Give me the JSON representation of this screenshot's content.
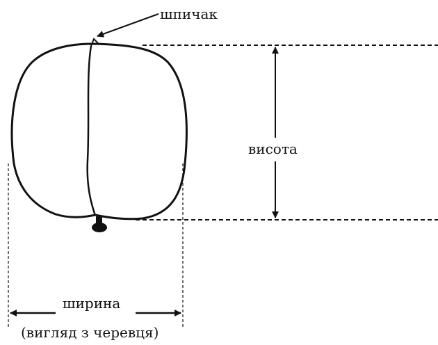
{
  "labels": {
    "tip": "шпичак",
    "height": "висота",
    "width": "ширина",
    "view": "(вигляд з черевця)"
  },
  "colors": {
    "ink": "#111111",
    "background": "#ffffff"
  }
}
